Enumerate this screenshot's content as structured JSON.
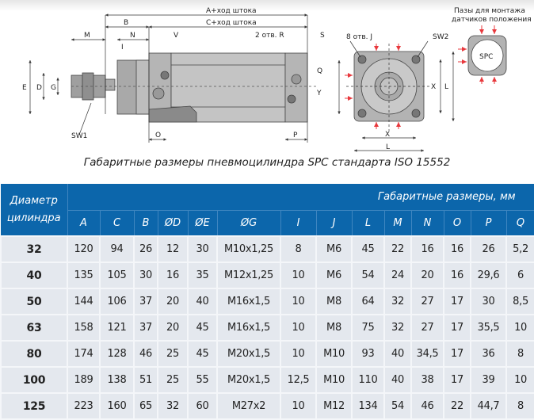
{
  "diagram": {
    "labels": {
      "a": "A+ход штока",
      "b": "B",
      "c": "C+ход штока",
      "m": "M",
      "n": "N",
      "v": "V",
      "r": "2 отв. R",
      "s": "S",
      "i": "I",
      "e": "E",
      "d": "D",
      "g": "G",
      "q": "Q",
      "y": "Y",
      "sw1": "SW1",
      "o": "O",
      "p": "P",
      "j": "8 отв. J",
      "sw2": "SW2",
      "x": "X",
      "l": "L",
      "slots_title_1": "Пазы для монтажа",
      "slots_title_2": "датчиков положения",
      "spc": "SPC"
    },
    "accent_arrow_color": "#e8383d",
    "body_color": "#b3b3b3"
  },
  "caption": "Габаритные размеры пневмоцилиндра SPC стандарта ISO 15552",
  "table": {
    "header_color": "#0c66ab",
    "diameter_header": [
      "Диаметр",
      "цилиндра"
    ],
    "group_header": "Габаритные размеры, мм",
    "columns": [
      "A",
      "C",
      "B",
      "ØD",
      "ØE",
      "ØG",
      "I",
      "J",
      "L",
      "M",
      "N",
      "O",
      "P",
      "Q"
    ],
    "rows": [
      {
        "d": "32",
        "v": [
          "120",
          "94",
          "26",
          "12",
          "30",
          "M10x1,25",
          "8",
          "M6",
          "45",
          "22",
          "16",
          "16",
          "26",
          "5,2"
        ]
      },
      {
        "d": "40",
        "v": [
          "135",
          "105",
          "30",
          "16",
          "35",
          "M12x1,25",
          "10",
          "M6",
          "54",
          "24",
          "20",
          "16",
          "29,6",
          "6"
        ]
      },
      {
        "d": "50",
        "v": [
          "144",
          "106",
          "37",
          "20",
          "40",
          "M16x1,5",
          "10",
          "M8",
          "64",
          "32",
          "27",
          "17",
          "30",
          "8,5"
        ]
      },
      {
        "d": "63",
        "v": [
          "158",
          "121",
          "37",
          "20",
          "45",
          "M16x1,5",
          "10",
          "M8",
          "75",
          "32",
          "27",
          "17",
          "35,5",
          "10"
        ]
      },
      {
        "d": "80",
        "v": [
          "174",
          "128",
          "46",
          "25",
          "45",
          "M20x1,5",
          "10",
          "M10",
          "93",
          "40",
          "34,5",
          "17",
          "36",
          "8"
        ]
      },
      {
        "d": "100",
        "v": [
          "189",
          "138",
          "51",
          "25",
          "55",
          "M20x1,5",
          "12,5",
          "M10",
          "110",
          "40",
          "38",
          "17",
          "39",
          "10"
        ]
      },
      {
        "d": "125",
        "v": [
          "223",
          "160",
          "65",
          "32",
          "60",
          "M27x2",
          "10",
          "M12",
          "134",
          "54",
          "46",
          "22",
          "44,7",
          "8"
        ]
      }
    ]
  }
}
